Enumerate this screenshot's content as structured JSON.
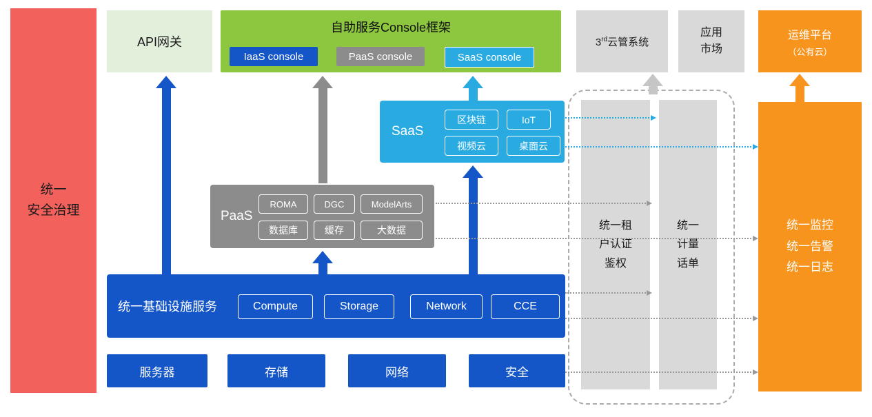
{
  "colors": {
    "blue": "#1456C8",
    "cyan": "#29ABE2",
    "gray": "#8C8C8C",
    "light_gray": "#D9D9D9",
    "green": "#8DC63F",
    "pale_green": "#E2EFDA",
    "orange": "#F7941E",
    "red": "#F2615C"
  },
  "left_bar": {
    "label": "统一\n安全治理"
  },
  "api_gateway": {
    "label": "API网关"
  },
  "console_frame": {
    "title": "自助服务Console框架",
    "iaas_console": "IaaS console",
    "paas_console": "PaaS console",
    "saas_console": "SaaS console"
  },
  "third_party_cloud": {
    "base": "3",
    "sup": "rd",
    "rest": "云管系统"
  },
  "app_market": {
    "label": "应用\n市场"
  },
  "om_platform": {
    "title": "运维平台",
    "subtitle": "（公有云）"
  },
  "saas": {
    "title": "SaaS",
    "items": [
      "区块链",
      "IoT",
      "视频云",
      "桌面云"
    ]
  },
  "paas": {
    "title": "PaaS",
    "items": [
      "ROMA",
      "DGC",
      "ModelArts",
      "数据库",
      "缓存",
      "大数据"
    ]
  },
  "iaas": {
    "title": "统一基础设施服务",
    "items": [
      "Compute",
      "Storage",
      "Network",
      "CCE"
    ]
  },
  "hardware": {
    "items": [
      "服务器",
      "存储",
      "网络",
      "安全"
    ]
  },
  "auth_bar": {
    "label": "统一租\n户认证\n鉴权"
  },
  "metering_bar": {
    "label": "统一\n计量\n话单"
  },
  "monitor_bar": {
    "label": "统一监控\n统一告警\n统一日志"
  }
}
